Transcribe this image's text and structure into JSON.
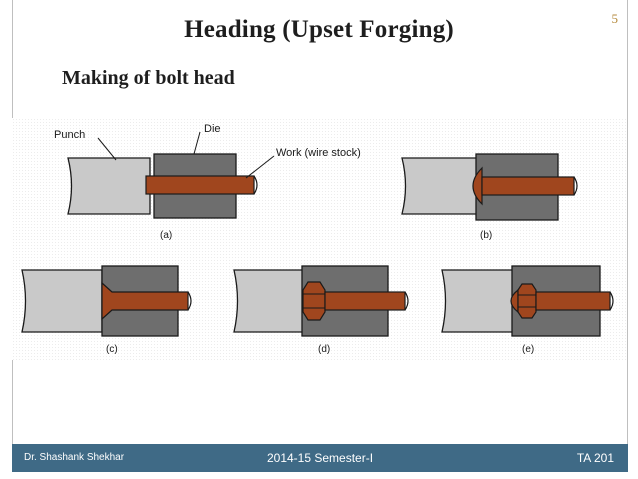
{
  "slide": {
    "title": "Heading (Upset Forging)",
    "subtitle": "Making of bolt head",
    "page_number": "5"
  },
  "figure": {
    "callouts": {
      "punch": "Punch",
      "die": "Die",
      "work": "Work (wire stock)"
    },
    "panels": [
      {
        "label": "(a)"
      },
      {
        "label": "(b)"
      },
      {
        "label": "(c)"
      },
      {
        "label": "(d)"
      },
      {
        "label": "(e)"
      }
    ],
    "colors": {
      "punch": "#c9c9c9",
      "die": "#6e6e6e",
      "work": "#a0461e",
      "outline": "#1a1a1a"
    }
  },
  "footer": {
    "author": "Dr. Shashank Shekhar",
    "semester": "2014-15 Semester-I",
    "course": "TA 201"
  }
}
